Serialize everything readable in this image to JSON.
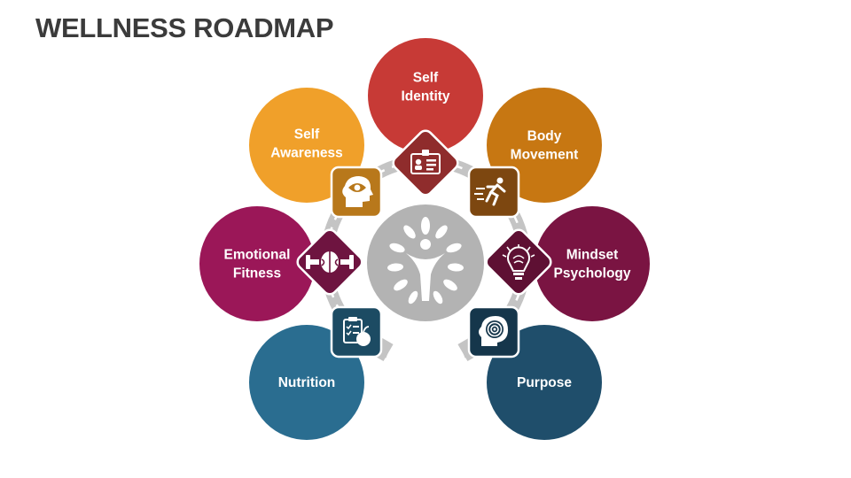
{
  "title": "WELLNESS ROADMAP",
  "nodes": [
    {
      "id": "self-identity",
      "label_lines": [
        "Self",
        "Identity"
      ],
      "color": "#c73a36",
      "icon": "id-badge-icon"
    },
    {
      "id": "body-movement",
      "label_lines": [
        "Body",
        "Movement"
      ],
      "color": "#c77712",
      "icon": "running-person-icon"
    },
    {
      "id": "mindset-psychology",
      "label_lines": [
        "Mindset",
        "Psychology"
      ],
      "color": "#7a1442",
      "icon": "brain-bulb-icon"
    },
    {
      "id": "purpose",
      "label_lines": [
        "Purpose"
      ],
      "color": "#1f4e6b",
      "icon": "head-target-icon"
    },
    {
      "id": "nutrition",
      "label_lines": [
        "Nutrition"
      ],
      "color": "#2a6d90",
      "icon": "diet-clipboard-apple-icon"
    },
    {
      "id": "emotional-fitness",
      "label_lines": [
        "Emotional",
        "Fitness"
      ],
      "color": "#9b1758",
      "icon": "brain-weights-icon"
    },
    {
      "id": "self-awareness",
      "label_lines": [
        "Self",
        "Awareness"
      ],
      "color": "#f0a02a",
      "icon": "head-eye-icon"
    }
  ],
  "colors": {
    "ring": "#c4c4c4",
    "ring_dash": "#ffffff",
    "center": "#b3b3b3",
    "title": "#3b3b3b"
  },
  "center_icon": "wellness-tree-person-icon"
}
